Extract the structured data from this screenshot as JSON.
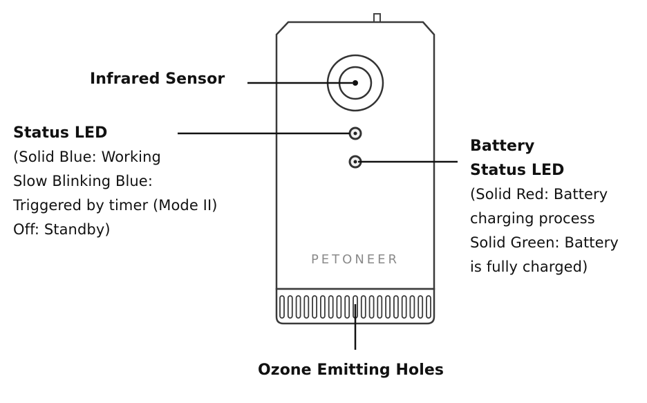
{
  "brand": "PETONEER",
  "labels": {
    "infrared_sensor": "Infrared Sensor",
    "status_led": {
      "title": "Status LED",
      "lines": [
        "(Solid Blue: Working",
        "Slow Blinking Blue:",
        "Triggered by timer (Mode II)",
        "Off: Standby)"
      ]
    },
    "battery_led": {
      "title_lines": [
        "Battery",
        "Status LED"
      ],
      "lines": [
        "(Solid Red: Battery",
        "charging process",
        "Solid Green: Battery",
        "is fully charged)"
      ]
    },
    "ozone_holes": "Ozone Emitting Holes"
  }
}
